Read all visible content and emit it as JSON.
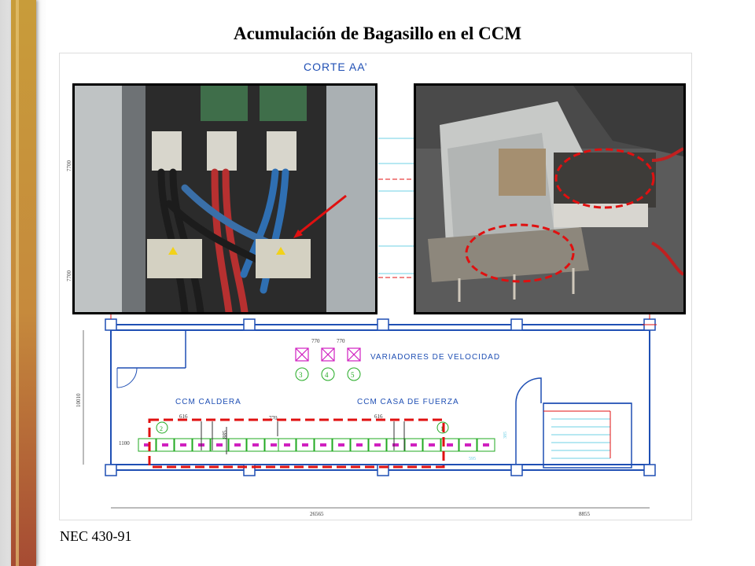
{
  "slide": {
    "title": "Acumulación de Bagasillo en el CCM",
    "footer": "NEC 430-91"
  },
  "drawing": {
    "section_label": "CORTE AA’",
    "variadores_label": "VARIADORES DE VELOCIDAD",
    "ccm_caldera_label": "CCM CALDERA",
    "ccm_fuerza_label": "CCM CASA DE FUERZA",
    "dims": {
      "d770a": "770",
      "d770b": "770",
      "d770c": "770",
      "d616a": "616",
      "d616b": "616",
      "d1100": "1100",
      "d885": "885",
      "d10010": "10010",
      "d26565": "26565",
      "d8855": "8855",
      "d7700a": "7700",
      "d7700b": "7700",
      "d385": "385",
      "d595": "595"
    },
    "circle_numbers": [
      "3",
      "4",
      "5",
      "2",
      "1"
    ]
  },
  "colors": {
    "accent_bar": "#c68a3c",
    "highlight_red": "#e01010",
    "drawing_blue": "#1f4fb4",
    "panel_green": "#22aa22",
    "panel_magenta": "#d020c0"
  }
}
